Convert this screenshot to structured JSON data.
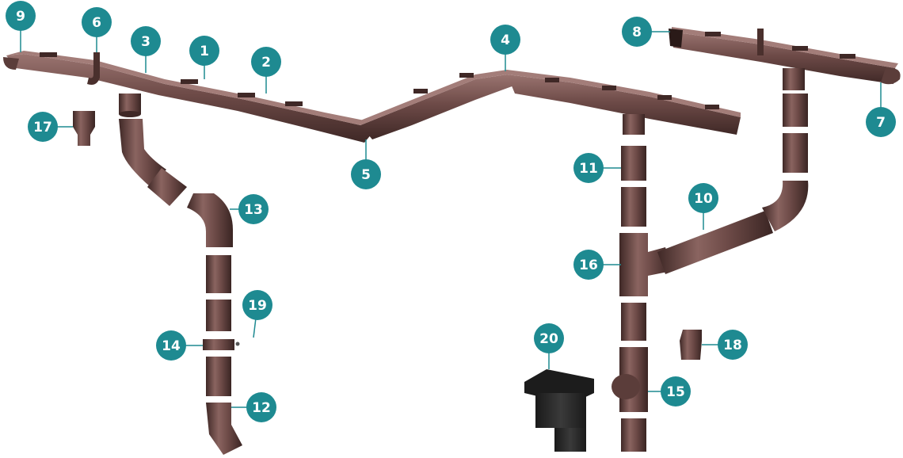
{
  "colors": {
    "badge": "#1e8a91",
    "leader": "#1e8a91",
    "pipe_mid": "#6e4b48",
    "pipe_dark": "#3f2826",
    "pipe_light": "#9a7470",
    "drain_box": "#2b2b2b"
  },
  "callouts": [
    {
      "id": "c1",
      "label": "1",
      "part": "gutter"
    },
    {
      "id": "c2",
      "label": "2",
      "part": "gutter-connector"
    },
    {
      "id": "c3",
      "label": "3",
      "part": "gutter-outlet"
    },
    {
      "id": "c4",
      "label": "4",
      "part": "external-corner"
    },
    {
      "id": "c5",
      "label": "5",
      "part": "internal-corner"
    },
    {
      "id": "c6",
      "label": "6",
      "part": "gutter-bracket"
    },
    {
      "id": "c7",
      "label": "7",
      "part": "gutter-end-cap-right"
    },
    {
      "id": "c8",
      "label": "8",
      "part": "gutter-end-cap-left"
    },
    {
      "id": "c9",
      "label": "9",
      "part": "gutter-end-cap"
    },
    {
      "id": "c10",
      "label": "10",
      "part": "downpipe"
    },
    {
      "id": "c11",
      "label": "11",
      "part": "pipe-coupler"
    },
    {
      "id": "c12",
      "label": "12",
      "part": "shoe-outlet"
    },
    {
      "id": "c13",
      "label": "13",
      "part": "elbow"
    },
    {
      "id": "c14",
      "label": "14",
      "part": "pipe-clamp"
    },
    {
      "id": "c15",
      "label": "15",
      "part": "inspection-pipe"
    },
    {
      "id": "c16",
      "label": "16",
      "part": "branch-tee"
    },
    {
      "id": "c17",
      "label": "17",
      "part": "reducer"
    },
    {
      "id": "c18",
      "label": "18",
      "part": "reducer-small"
    },
    {
      "id": "c19",
      "label": "19",
      "part": "screw"
    },
    {
      "id": "c20",
      "label": "20",
      "part": "rainwater-inlet"
    }
  ]
}
